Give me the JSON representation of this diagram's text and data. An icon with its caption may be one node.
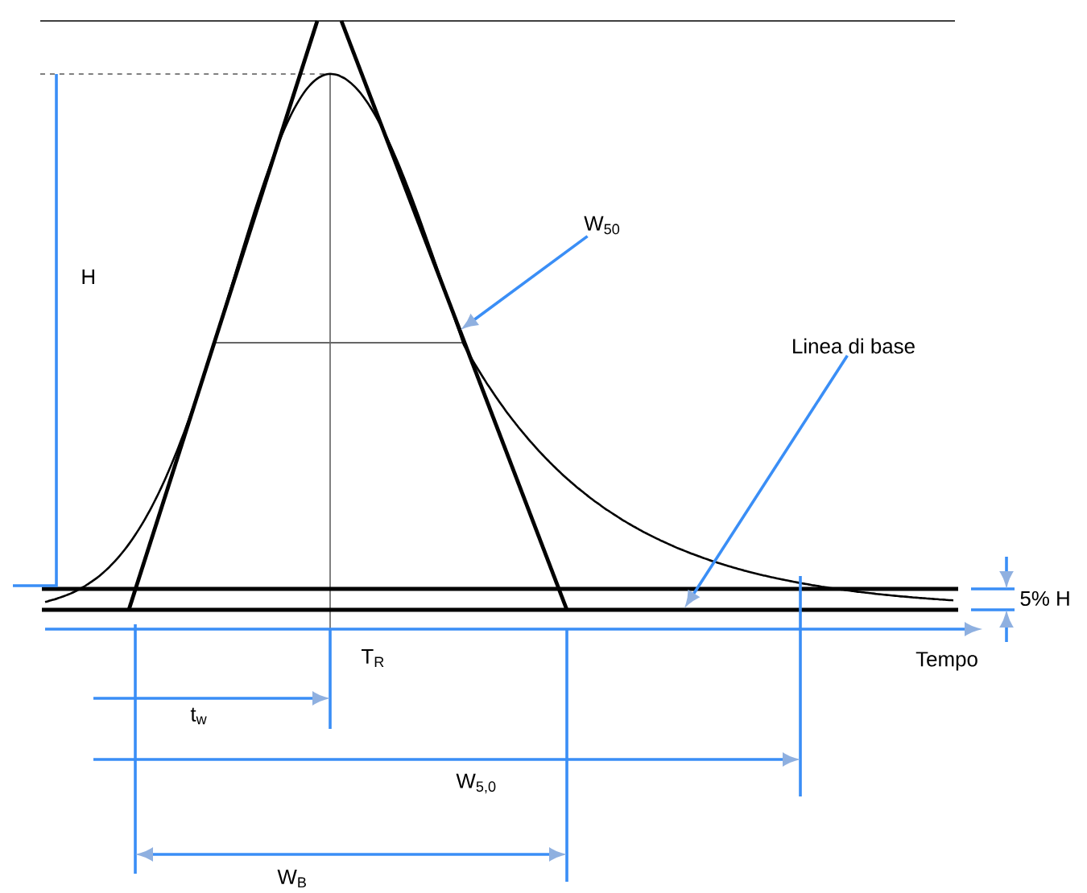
{
  "diagram": {
    "nodes": [
      {
        "text": [
          "W$_{50}$"
        ]
      },
      {
        "text": [
          "Linea di base"
        ]
      }
    ],
    "edges": [
      {
        "from": 0,
        "to": null,
        "arrow": "to"
      },
      {
        "from": 1,
        "to": null,
        "arrow": "to"
      }
    ],
    "labels": [
      "H",
      "T$_{R}$",
      "Tempo",
      "5% H",
      "t$_{w}$",
      "W$_{5,0}$",
      "W$_{B}$"
    ]
  }
}
